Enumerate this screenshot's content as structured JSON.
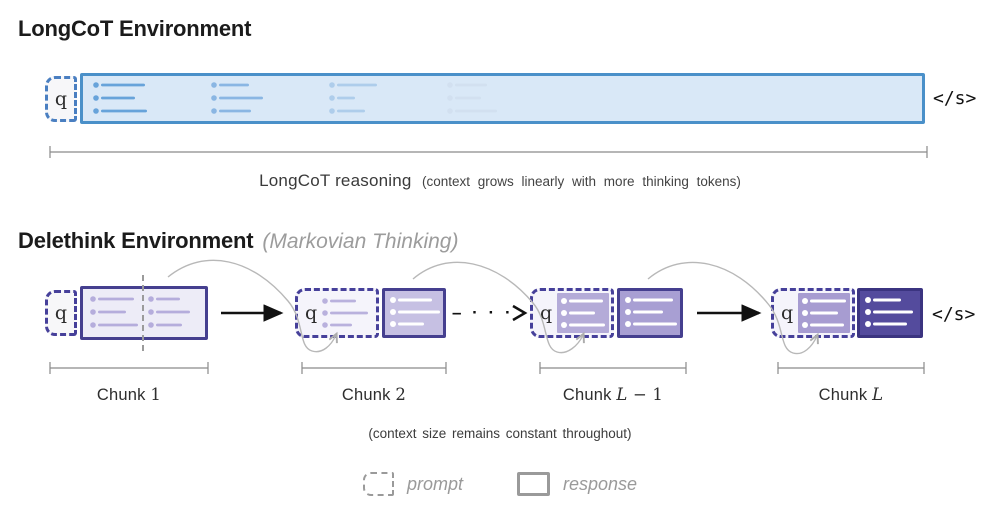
{
  "longcot": {
    "title": "LongCoT Environment",
    "q_label": "q",
    "eos_token": "</s>",
    "ruler_label": "LongCoT reasoning",
    "ruler_note": "(context grows linearly with more thinking tokens)"
  },
  "delethink": {
    "title": "Delethink Environment",
    "subtitle": "(Markovian Thinking)",
    "q_label": "q",
    "eos_token": "</s>",
    "ellipsis": "– · · ·",
    "note": "(context size remains constant throughout)",
    "chunks": [
      {
        "word": "Chunk",
        "var": "",
        "num": "1"
      },
      {
        "word": "Chunk",
        "var": "",
        "num": "2"
      },
      {
        "word": "Chunk",
        "var": "L",
        "num": " − 1"
      },
      {
        "word": "Chunk",
        "var": "L",
        "num": ""
      }
    ]
  },
  "legend": {
    "prompt_label": "prompt",
    "response_label": "response"
  },
  "colors": {
    "longcot_border": "#4a90c9",
    "longcot_fill": "#d9e8f7",
    "prompt_dash_blue": "#4a7fc1",
    "prompt_dash_purple": "#46409a",
    "response_border_purple": "#453f8f",
    "chunk1_fill": "#edecf7",
    "chunk2_fill": "#c6c0e3",
    "chunkL_minus1_fill": "#a89fd3",
    "chunkL_fill": "#544b9d",
    "legend_gray": "#9a9a9a"
  }
}
